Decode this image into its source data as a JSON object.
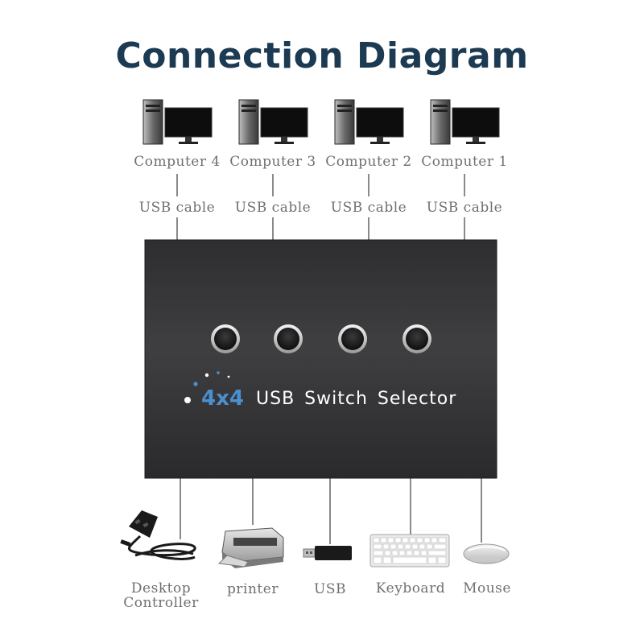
{
  "title": "Connection Diagram",
  "computers": [
    {
      "label": "Computer 4",
      "cable_label": "USB cable"
    },
    {
      "label": "Computer 3",
      "cable_label": "USB cable"
    },
    {
      "label": "Computer 2",
      "cable_label": "USB cable"
    },
    {
      "label": "Computer 1",
      "cable_label": "USB cable"
    }
  ],
  "switch": {
    "model": "4x4",
    "name": "USB Switch Selector",
    "button_count": 4,
    "body_color": "#3a3a3c",
    "accent_color": "#4a8fd0"
  },
  "devices": [
    {
      "label_line1": "Desktop",
      "label_line2": "Controller",
      "icon": "desktop-controller-icon"
    },
    {
      "label_line1": "printer",
      "label_line2": "",
      "icon": "printer-icon"
    },
    {
      "label_line1": "USB",
      "label_line2": "",
      "icon": "usb-drive-icon"
    },
    {
      "label_line1": "Keyboard",
      "label_line2": "",
      "icon": "keyboard-icon"
    },
    {
      "label_line1": "Mouse",
      "label_line2": "",
      "icon": "mouse-icon"
    }
  ],
  "colors": {
    "title": "#1c3a52",
    "label": "#707070",
    "line": "#8a8a8a"
  }
}
